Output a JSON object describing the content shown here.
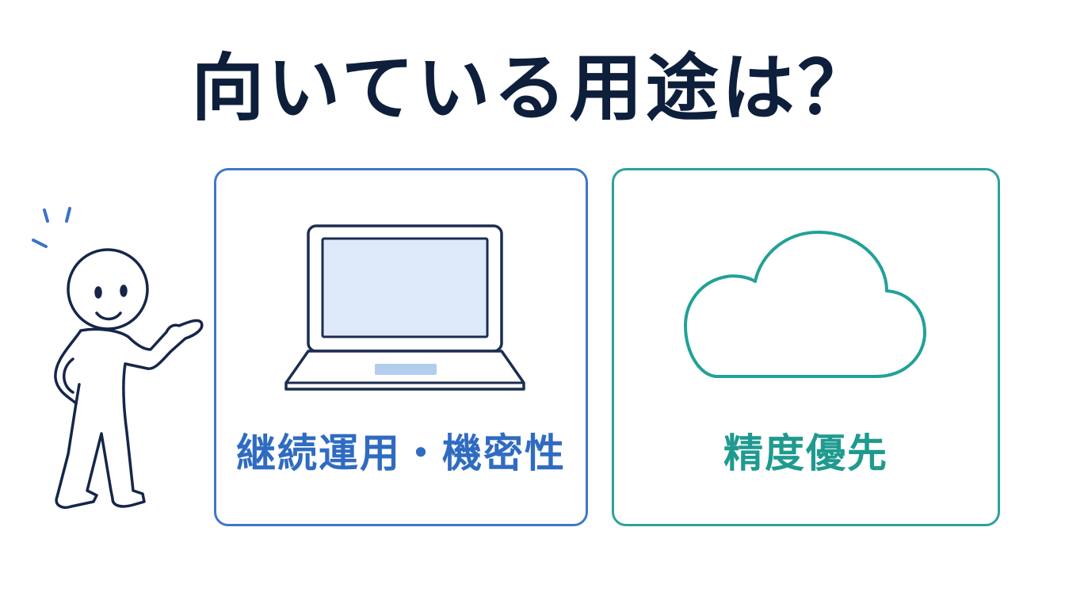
{
  "title": "向いている用途は？",
  "colors": {
    "title": "#0e1f3c",
    "figure_stroke": "#16264a",
    "accent_lines": "#3b72c4",
    "laptop_card_border": "#3f78c8",
    "laptop_card_text": "#2f6cc1",
    "laptop_body_stroke": "#1c2d52",
    "laptop_screen_fill": "#dde9f8",
    "laptop_touchpad_fill": "#b3cdef",
    "cloud_card_border": "#2aa39a",
    "cloud_card_text": "#1f9a8f",
    "cloud_stroke": "#22a198"
  },
  "cards": [
    {
      "icon": "laptop-icon",
      "label": "継続運用・機密性"
    },
    {
      "icon": "cloud-icon",
      "label": "精度優先"
    }
  ]
}
